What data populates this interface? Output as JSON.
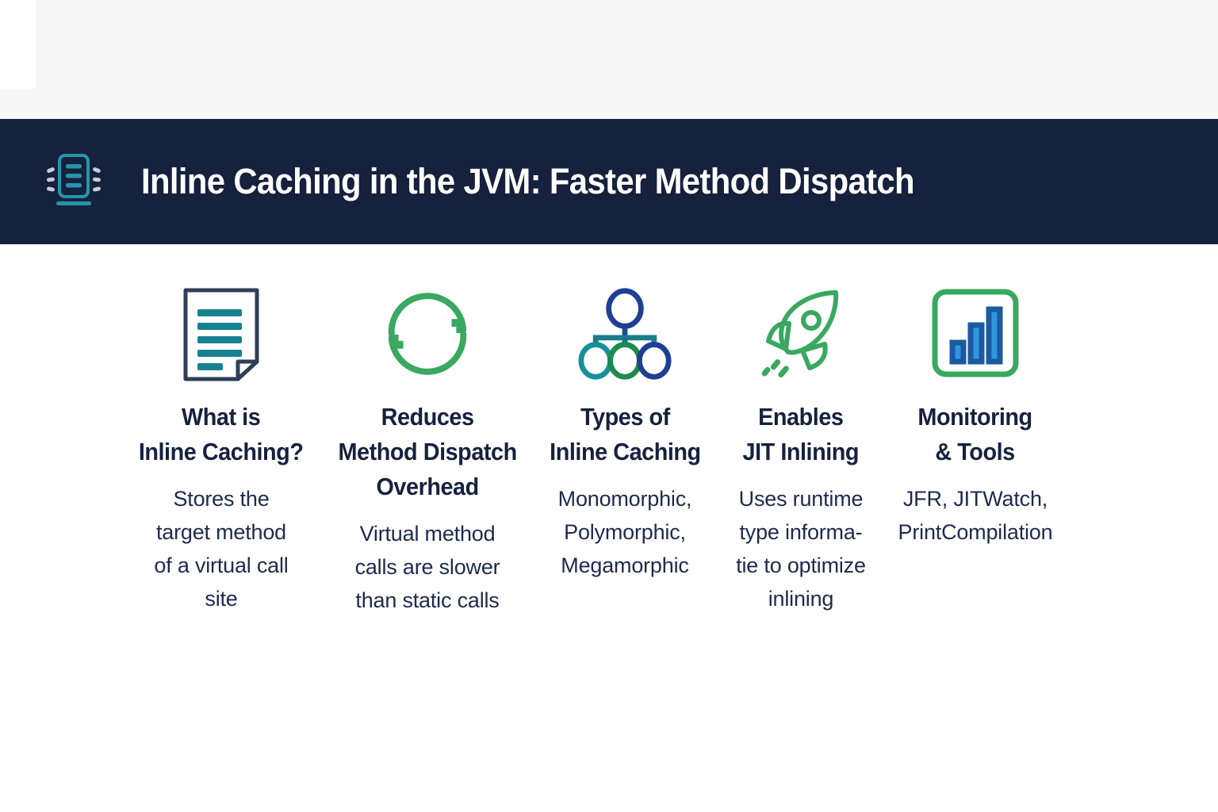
{
  "page": {
    "background_color": "#f7f7f7",
    "body_background_color": "#ffffff"
  },
  "header": {
    "title": "Inline Caching in the JVM: Faster Method Dispatch",
    "band_color": "#16213e",
    "title_color": "#ffffff",
    "icon": "document-lines-icon",
    "icon_color": "#2596ab"
  },
  "columns": [
    {
      "icon": "document-icon",
      "heading": "What is\nInline Caching?",
      "body": "Stores the\ntarget method\nof a virtual call\nsite",
      "accent_color": "#2b8a96"
    },
    {
      "icon": "refresh-cycle-icon",
      "heading": "Reduces\nMethod Dispatch\nOverhead",
      "body": "Virtual method\ncalls are slower\nthan static calls",
      "accent_color": "#3aa860"
    },
    {
      "icon": "hierarchy-tree-icon",
      "heading": "Types of\nInline Caching",
      "body": "Monomorphic,\nPolymorphic,\nMegamorphic",
      "accent_color": "#1f4b9b"
    },
    {
      "icon": "rocket-icon",
      "heading": "Enables\nJIT Inlining",
      "body": "Uses runtime\ntype informa-\ntie to optimize\ninlining",
      "accent_color": "#3aa860"
    },
    {
      "icon": "bar-chart-icon",
      "heading": "Monitoring\n& Tools",
      "body": "JFR, JITWatch,\nPrintCompilation",
      "accent_color": "#3aa860"
    }
  ],
  "theme": {
    "navy": "#16213e",
    "teal": "#2596ab",
    "green": "#3aa860",
    "blue": "#1f4b9b",
    "text_navy": "#1d2a4d"
  }
}
